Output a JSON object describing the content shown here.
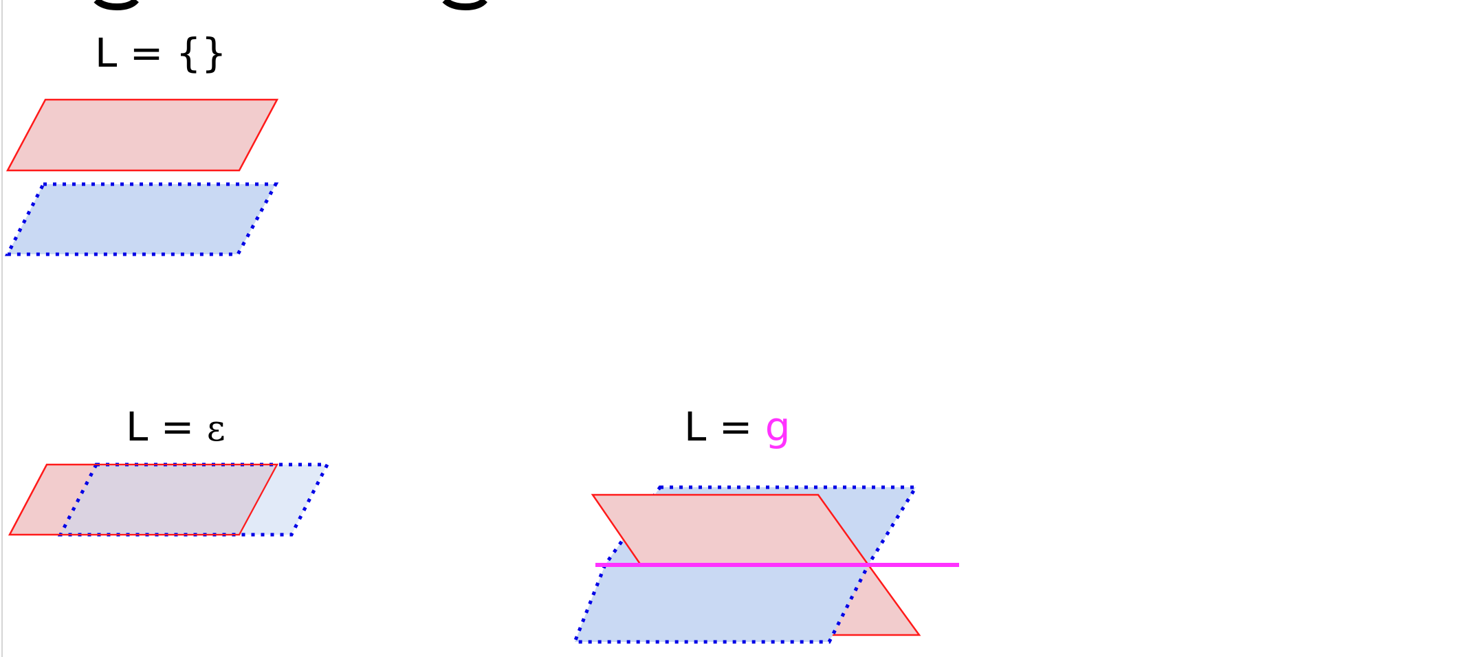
{
  "colors": {
    "red_plane_fill": "#f2cccd",
    "red_plane_stroke": "#ff1a1a",
    "blue_plane_fill": "#c9d9f3",
    "blue_plane_stroke": "#0000e6",
    "intersection_line": "#ff33ff"
  },
  "panels": {
    "disjoint": {
      "label_prefix": "L = ",
      "label_value": "{}"
    },
    "coincident": {
      "label_prefix": "L = ",
      "label_value": "ε"
    },
    "intersecting": {
      "label_prefix": "L = ",
      "label_value": "g"
    }
  }
}
